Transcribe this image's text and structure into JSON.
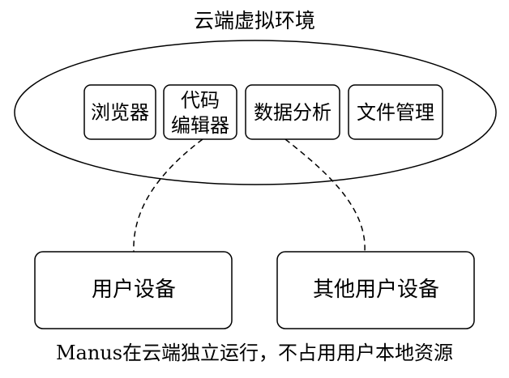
{
  "cloud": {
    "title": "云端虚拟环境",
    "tools": {
      "browser": "浏览器",
      "code_editor_line1": "代码",
      "code_editor_line2": "编辑器",
      "data_analysis": "数据分析",
      "file_management": "文件管理"
    }
  },
  "devices": {
    "user_device": "用户设备",
    "other_user_devices": "其他用户设备"
  },
  "caption": "Manus在云端独立运行，不占用用户本地资源"
}
